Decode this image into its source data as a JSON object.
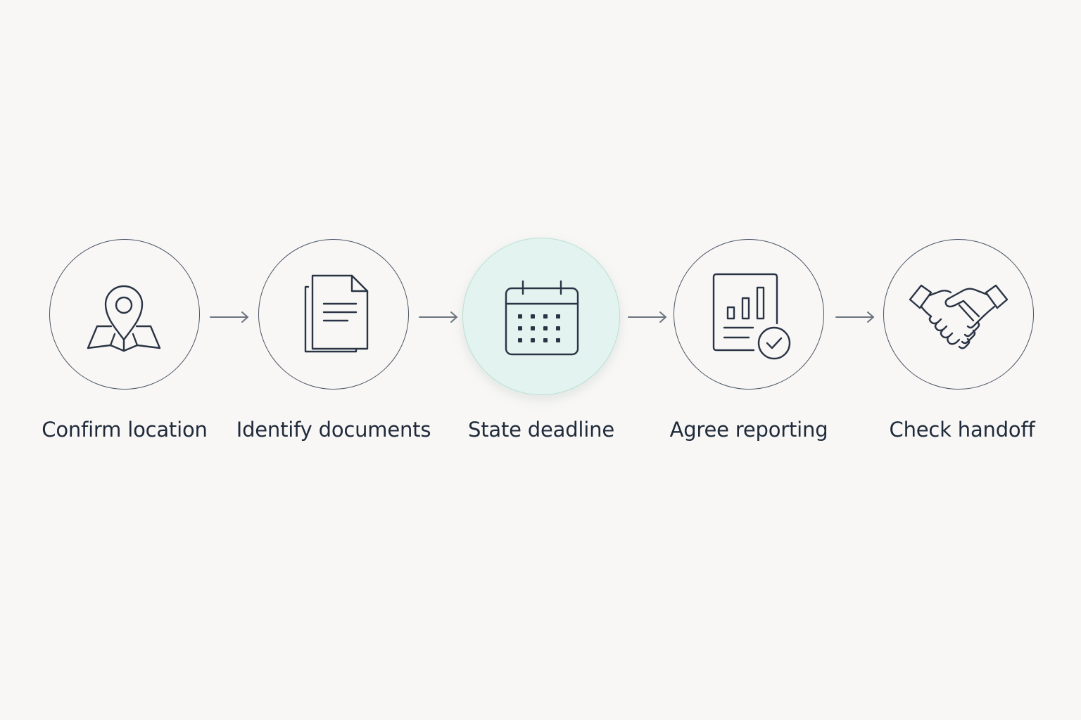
{
  "steps": [
    {
      "label": "Confirm location",
      "icon": "map-pin-icon"
    },
    {
      "label": "Identify documents",
      "icon": "documents-icon"
    },
    {
      "label": "State deadline",
      "icon": "calendar-icon",
      "highlighted": true
    },
    {
      "label": "Agree reporting",
      "icon": "report-check-icon"
    },
    {
      "label": "Check handoff",
      "icon": "handshake-icon"
    }
  ],
  "colors": {
    "background": "#f8f7f5",
    "stroke": "#2a3445",
    "circle_border": "#4a5566",
    "highlight_fill": "#e3f3ef",
    "highlight_border": "#b9e0d6",
    "arrow": "#6b7480",
    "text": "#1f2a3a"
  }
}
